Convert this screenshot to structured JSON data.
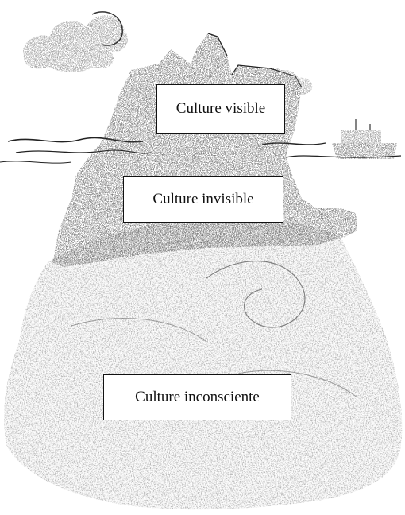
{
  "labels": {
    "visible": "Culture visible",
    "invisible": "Culture invisible",
    "unconscious": "Culture inconsciente"
  },
  "colors": {
    "ink": "#111111",
    "iceberg_dark": "#4a4a4a",
    "iceberg_mid": "#8a8a8a",
    "underwater": "#b5b5b5",
    "background": "#ffffff"
  }
}
